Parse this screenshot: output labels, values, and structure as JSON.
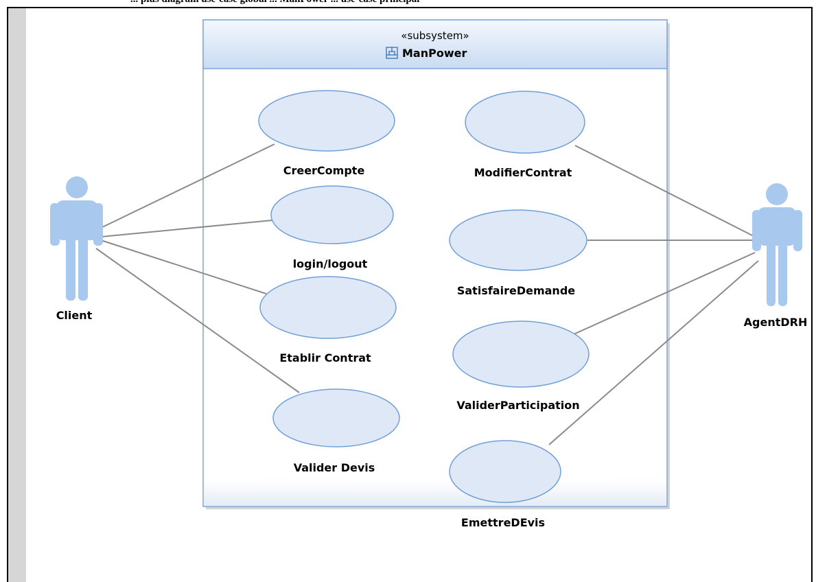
{
  "header_text": "... plus diagram use-case global ... ManPower ... use-case principal",
  "subsystem": {
    "stereotype": "«subsystem»",
    "name": "ManPower"
  },
  "actors": {
    "client": "Client",
    "agent": "AgentDRH"
  },
  "use_cases": {
    "creer_compte": "CreerCompte",
    "login_logout": "login/logout",
    "etablir_contrat": "Etablir Contrat",
    "valider_devis": "Valider Devis",
    "modifier_contrat": "ModifierContrat",
    "satisfaire_demande": "SatisfaireDemande",
    "valider_participation": "ValiderParticipation",
    "emettre_devis": "EmettreDEvis"
  },
  "colors": {
    "ellipse_fill": "#dfe8f6",
    "ellipse_stroke": "#6f9fd8",
    "actor_fill": "#a8c8ee",
    "line": "#8a8a8a"
  }
}
